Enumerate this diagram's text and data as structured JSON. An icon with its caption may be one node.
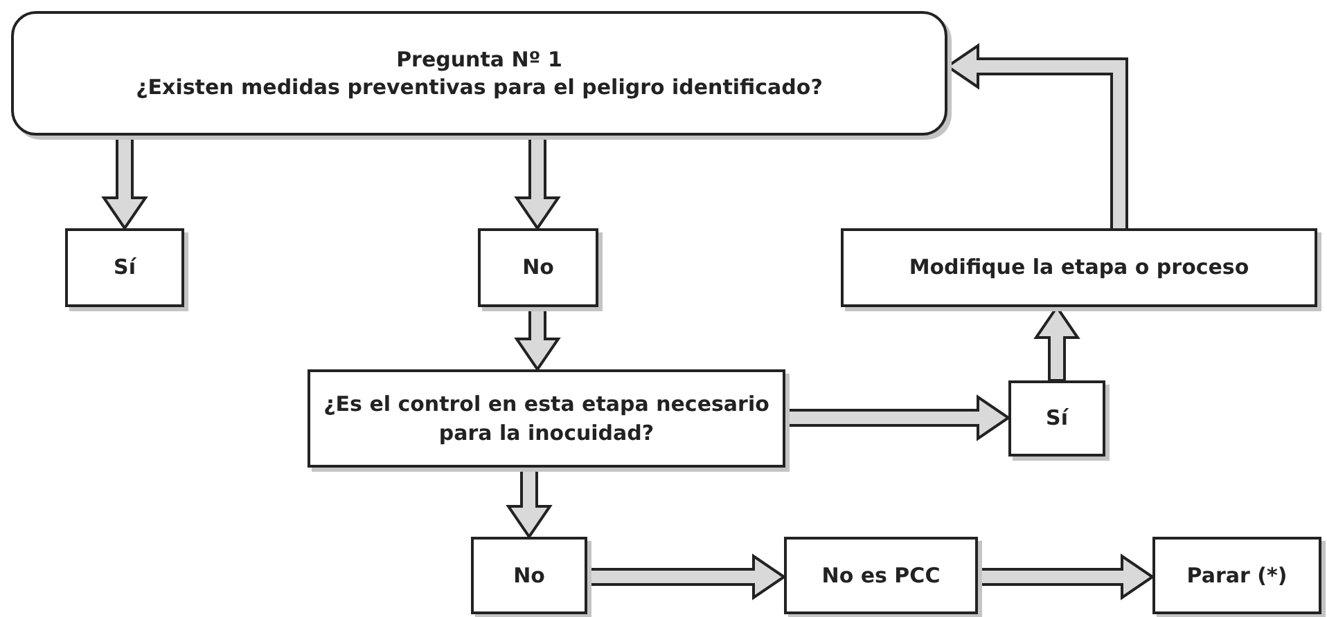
{
  "diagram": {
    "nodes": [
      {
        "text": [
          "Pregunta Nº 1",
          "¿Existen medidas preventivas para el peligro identificado?"
        ]
      },
      {
        "text": [
          "Sí"
        ]
      },
      {
        "text": [
          "No"
        ]
      },
      {
        "text": [
          "Modifique la etapa o proceso"
        ]
      },
      {
        "text": [
          "¿Es el control en esta etapa necesario para la inocuidad?"
        ]
      },
      {
        "text": [
          "Sí"
        ]
      },
      {
        "text": [
          "No"
        ]
      },
      {
        "text": [
          "No es PCC"
        ]
      },
      {
        "text": [
          "Parar (*)"
        ]
      }
    ],
    "edges": [
      {
        "from": 0,
        "to": 1,
        "arrow": "to"
      },
      {
        "from": 0,
        "to": 2,
        "arrow": "to"
      },
      {
        "from": 2,
        "to": 4,
        "arrow": "to"
      },
      {
        "from": 4,
        "to": 5,
        "arrow": "to"
      },
      {
        "from": 5,
        "to": 3,
        "arrow": "to"
      },
      {
        "from": 3,
        "to": 0,
        "arrow": "to"
      },
      {
        "from": 4,
        "to": 6,
        "arrow": "to"
      },
      {
        "from": 6,
        "to": 7,
        "arrow": "to"
      },
      {
        "from": 7,
        "to": 8,
        "arrow": "to"
      }
    ]
  }
}
